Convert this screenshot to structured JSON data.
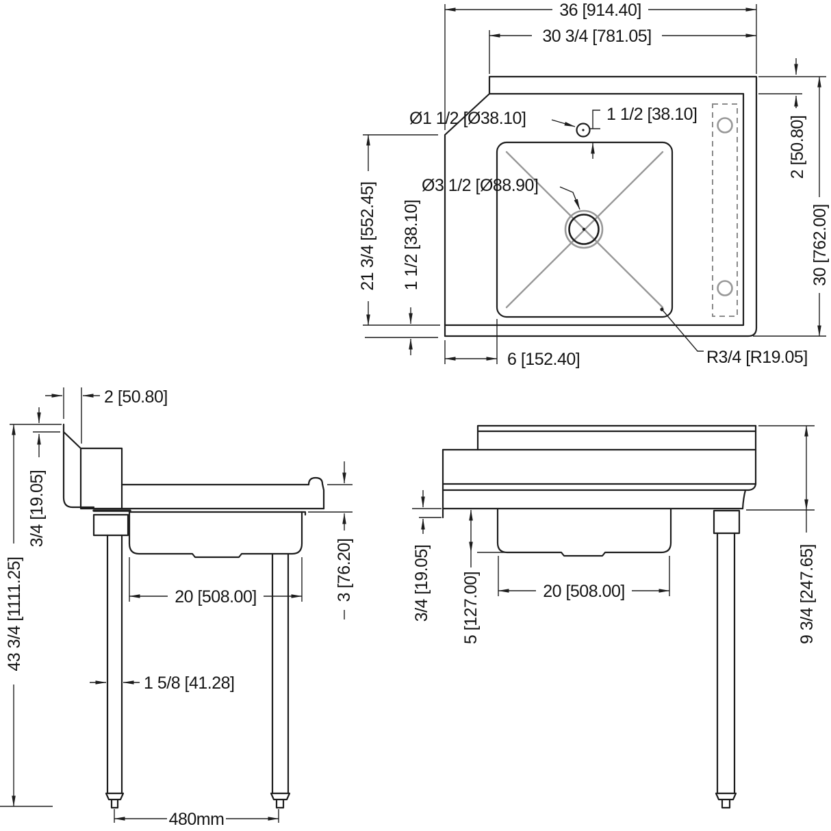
{
  "drawing": {
    "top": {
      "overall_width": "36 [914.40]",
      "backsplash_width": "30 3/4 [781.05]",
      "faucet_hole": "Ø1 1/2 [Ø38.10]",
      "faucet_offset": "1 1/2 [38.10]",
      "drain": "Ø3 1/2 [Ø88.90]",
      "depth_to_bowl": "21 3/4 [552.45]",
      "bowl_front_inset": "1 1/2 [38.10]",
      "bowl_side_inset": "6 [152.40]",
      "corner_radius": "R3/4 [R19.05]",
      "backsplash_depth": "2 [50.80]",
      "overall_depth": "30 [762.00]"
    },
    "side": {
      "backsplash_thickness": "2 [50.80]",
      "cap_lip": "3/4 [19.05]",
      "overall_height": "43 3/4 [1111.25]",
      "bowl_length": "20 [508.00]",
      "edge_height": "3 [76.20]",
      "leg_width": "1 5/8 [41.28]",
      "leg_spacing": "480mm"
    },
    "front": {
      "bottom_lip": "3/4 [19.05]",
      "bowl_depth": "5 [127.00]",
      "bowl_length": "20 [508.00]",
      "top_section_height": "9 3/4 [247.65]"
    }
  },
  "colors": {
    "line": "#1c1c1c",
    "secondary": "#979797",
    "background": "#ffffff"
  }
}
